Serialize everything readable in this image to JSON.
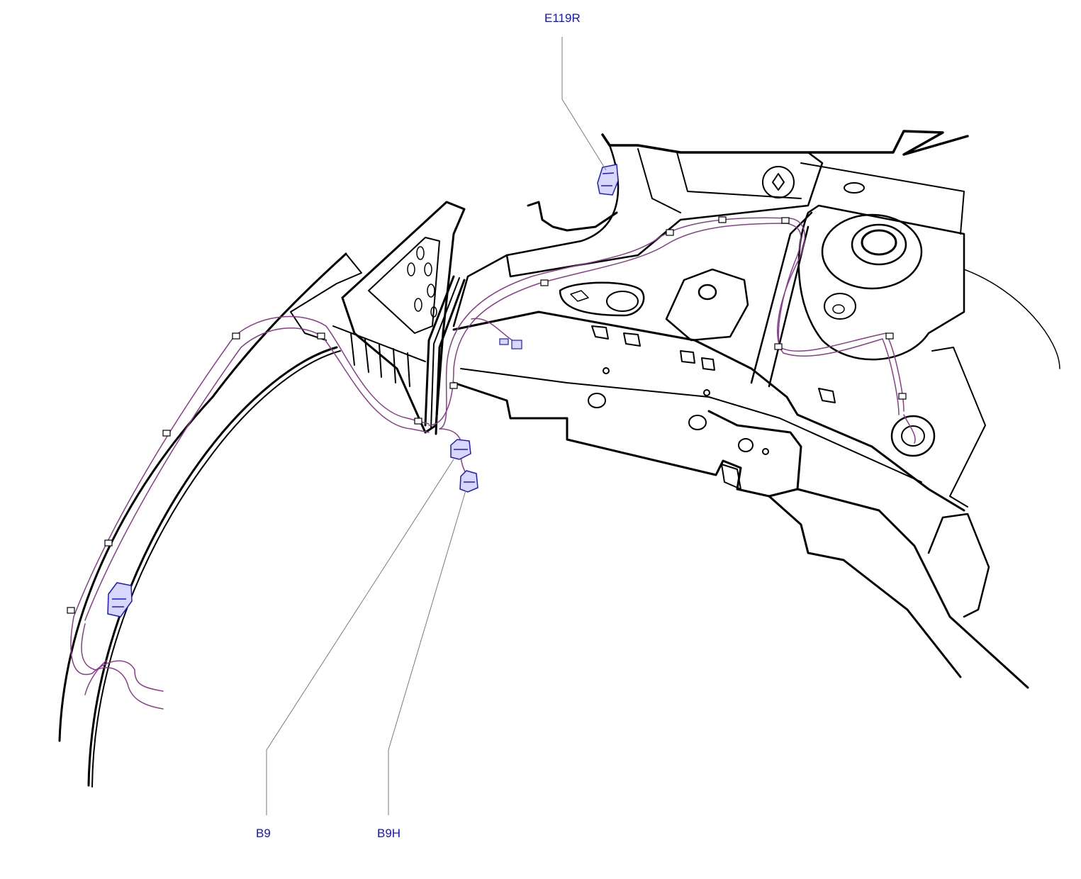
{
  "callouts": {
    "e119r": "E119R",
    "b9": "B9",
    "b9h": "B9H"
  },
  "colors": {
    "body_outline": "#000000",
    "harness": "#8a3d8c",
    "connector": "#1a1ad0",
    "leader_line": "#7a7a7a",
    "label_text": "#1414c8"
  }
}
